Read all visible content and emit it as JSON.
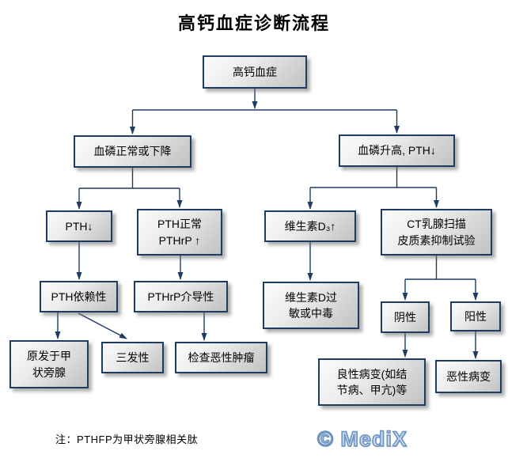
{
  "title": "高钙血症诊断流程",
  "nodes": {
    "root": "高钙血症",
    "phos_normal": "血磷正常或下降",
    "phos_high": "血磷升高, PTH↓",
    "pth_low": "PTH↓",
    "pth_normal_pthrp_up": "PTH正常\nPTHrP ↑",
    "vitamin_d3_up": "维生素D₃↑",
    "ct_scan": "CT乳腺扫描\n皮质素抑制试验",
    "pth_dependent": "PTH依赖性",
    "pthrp_mediated": "PTHrP介导性",
    "vitamin_d_toxicity": "维生素D过\n敏或中毒",
    "negative": "阴性",
    "positive": "阳性",
    "primary_parathyroid": "原发于甲\n状旁腺",
    "tertiary": "三发性",
    "check_malignant_tumor": "检查恶性肿瘤",
    "benign_lesion": "良性病变(如结\n节病、甲亢)等",
    "malignant_lesion": "恶性病变"
  },
  "note": "注：PTHFP为甲状旁腺相关肽",
  "watermark": "© MediX",
  "colors": {
    "connector_line": "#1f3b62",
    "box_border": "#1f3b62",
    "box_fill_light": "#fbfbfb",
    "box_fill_dark": "#c2c2c2",
    "watermark_fill": "#c3d6ec",
    "watermark_stroke": "#6b93c0",
    "title_color": "#000000"
  }
}
